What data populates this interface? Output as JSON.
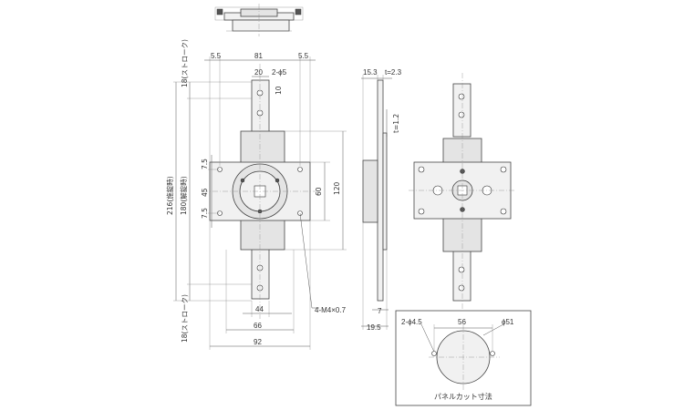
{
  "dimensions": {
    "d_5_5_left": "5.5",
    "d_81": "81",
    "d_5_5_right": "5.5",
    "d_20": "20",
    "d_hole_2phi5": "2-ϕ5",
    "d_10": "10",
    "d_stroke_top": "18(ストローク)",
    "d_216": "216(施錠時)",
    "d_180": "180(解錠時)",
    "d_stroke_bottom": "18(ストローク)",
    "d_7_5_top": "7.5",
    "d_45": "45",
    "d_7_5_bottom": "7.5",
    "d_60": "60",
    "d_120": "120",
    "d_m4": "4-M4×0.7",
    "d_44": "44",
    "d_66": "66",
    "d_92": "92",
    "d_15_3": "15.3",
    "d_t2_3": "t=2.3",
    "d_t1_2": "t=1.2",
    "d_7": "7",
    "d_19_5": "19.5"
  },
  "panel_cut": {
    "hole_label": "2-ϕ4.5",
    "width_label": "56",
    "dia_label": "ϕ51",
    "caption": "パネルカット寸法"
  }
}
